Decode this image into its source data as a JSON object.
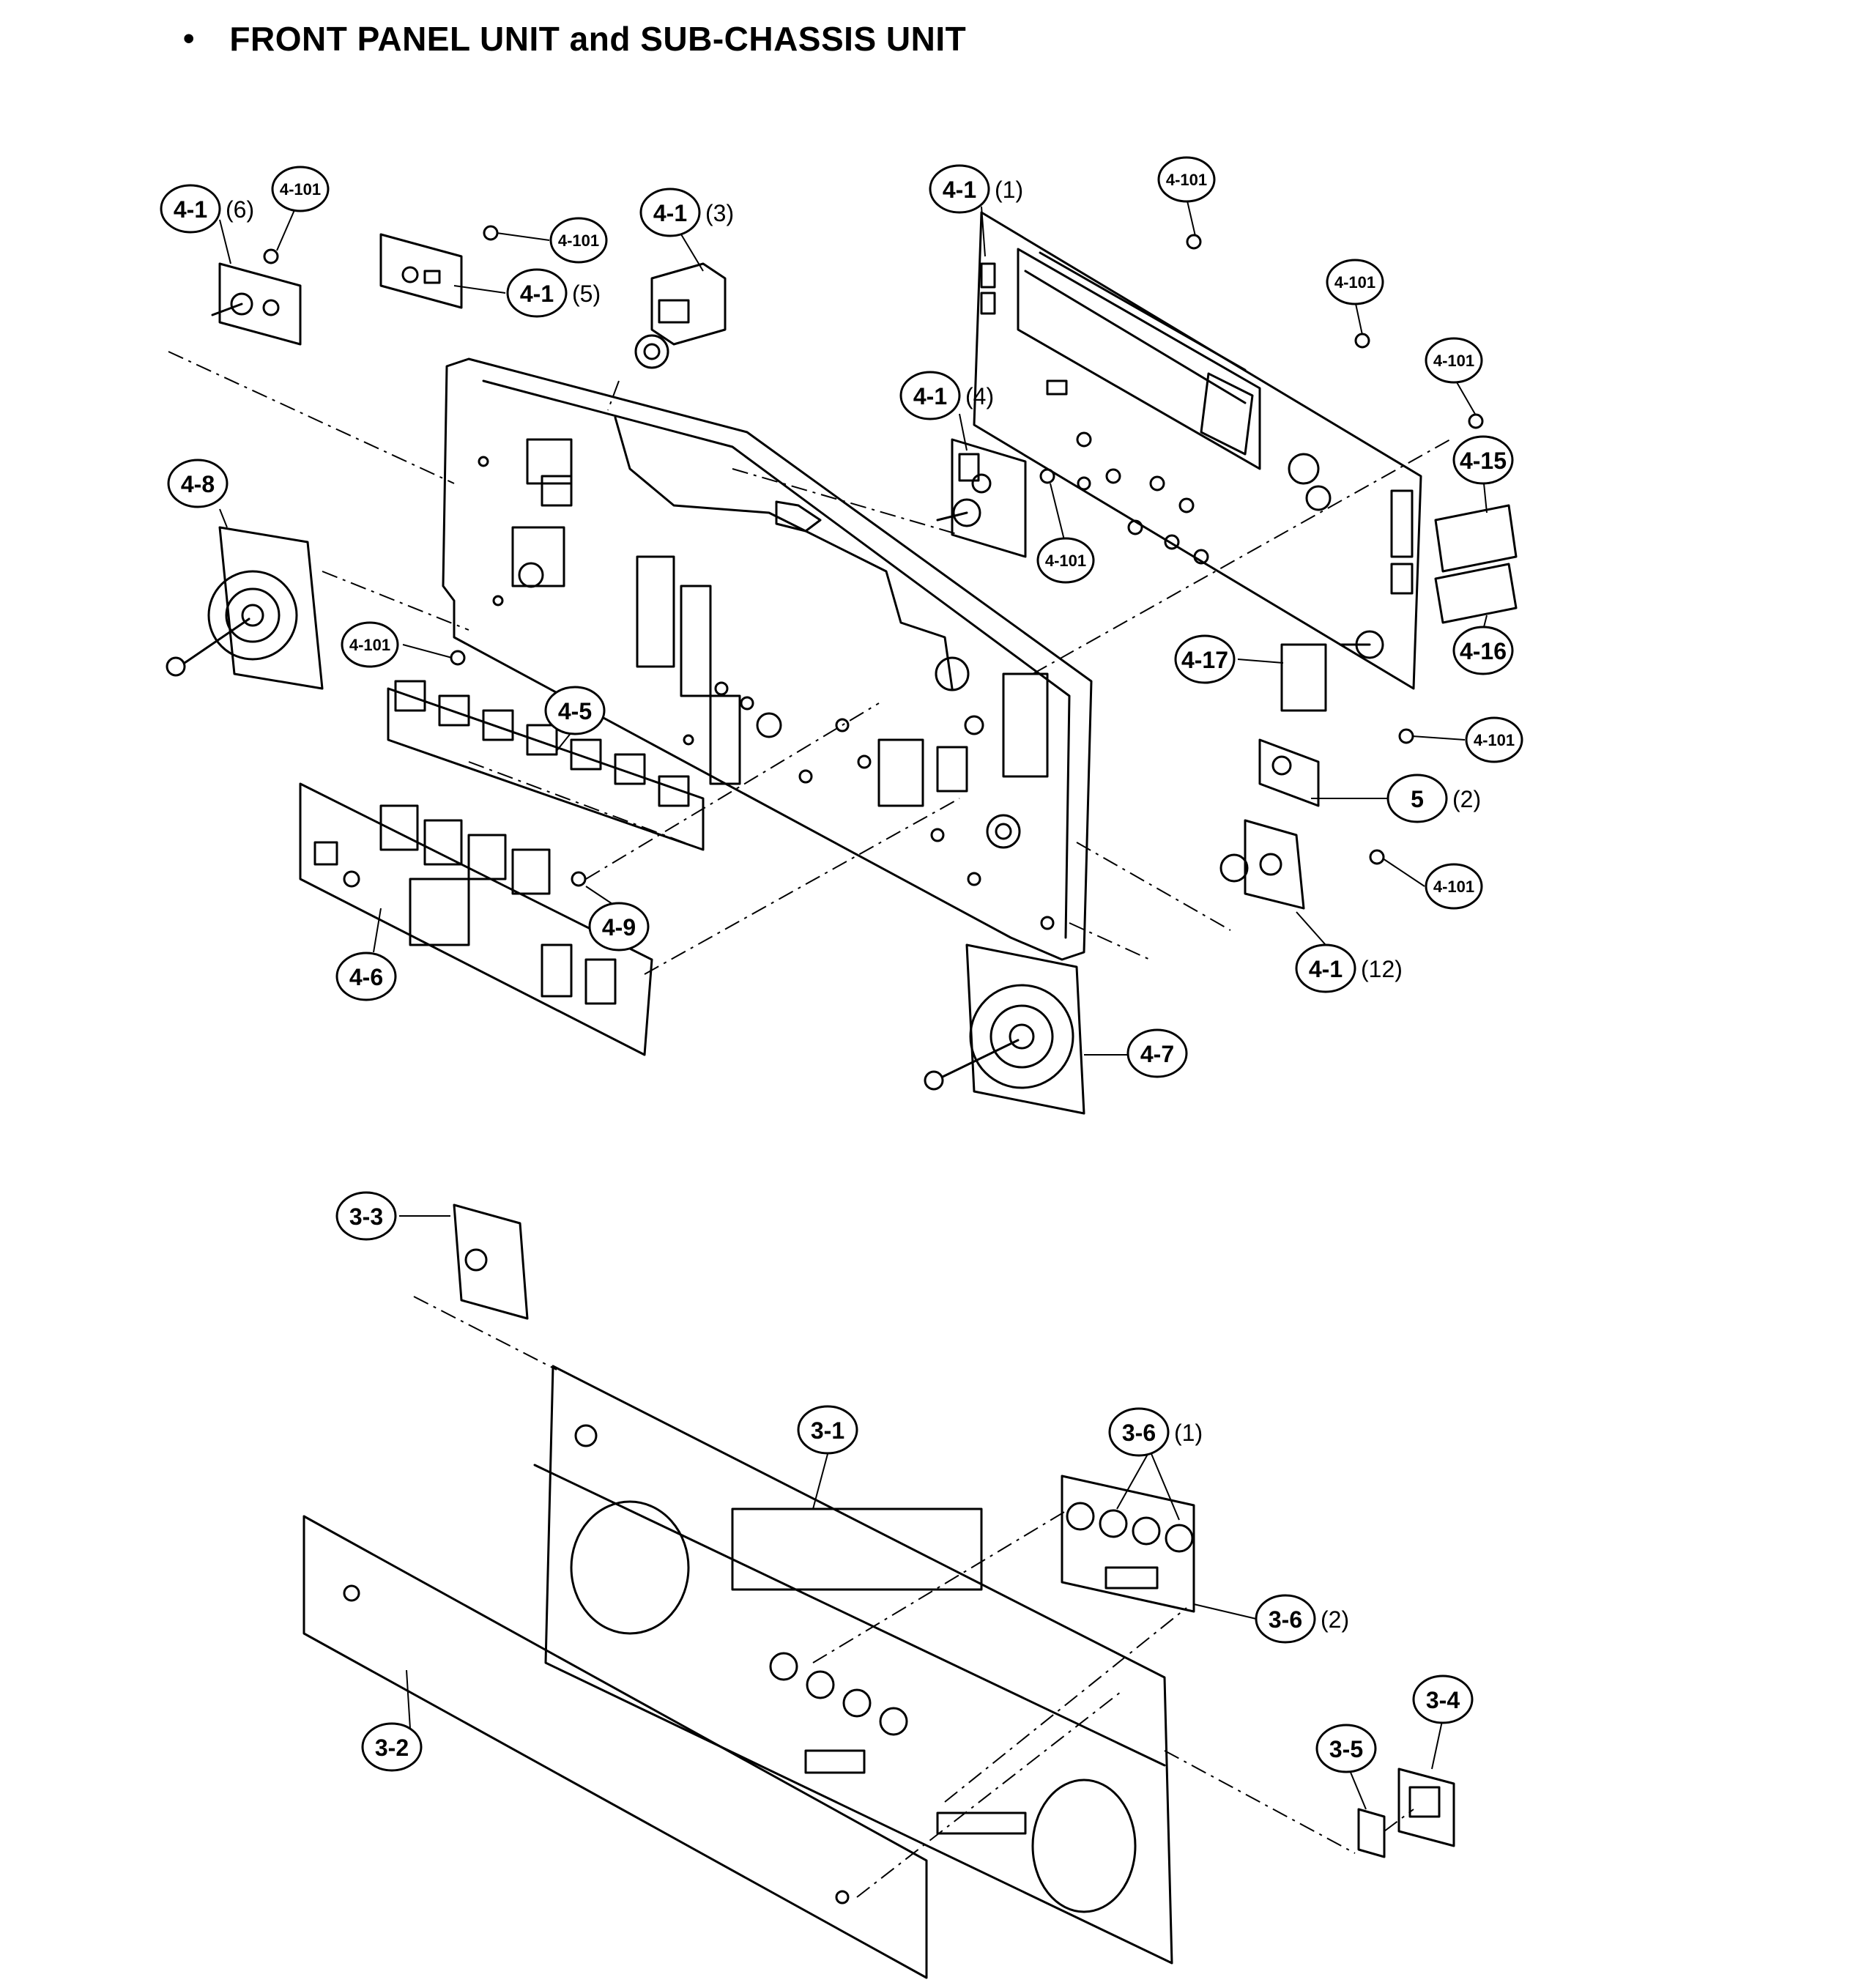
{
  "header": {
    "bullet": "•",
    "title": "FRONT PANEL UNIT and SUB-CHASSIS UNIT"
  },
  "callouts": [
    {
      "id": "c-41-6",
      "ref": "4-1",
      "suffix": "(6)"
    },
    {
      "id": "c-4101-a",
      "ref": "4-101",
      "suffix": ""
    },
    {
      "id": "c-4101-b",
      "ref": "4-101",
      "suffix": ""
    },
    {
      "id": "c-41-5",
      "ref": "4-1",
      "suffix": "(5)"
    },
    {
      "id": "c-41-3",
      "ref": "4-1",
      "suffix": "(3)"
    },
    {
      "id": "c-41-1",
      "ref": "4-1",
      "suffix": "(1)"
    },
    {
      "id": "c-4101-c",
      "ref": "4-101",
      "suffix": ""
    },
    {
      "id": "c-4101-d",
      "ref": "4-101",
      "suffix": ""
    },
    {
      "id": "c-4101-e",
      "ref": "4-101",
      "suffix": ""
    },
    {
      "id": "c-415",
      "ref": "4-15",
      "suffix": ""
    },
    {
      "id": "c-41-4",
      "ref": "4-1",
      "suffix": "(4)"
    },
    {
      "id": "c-4101-f",
      "ref": "4-101",
      "suffix": ""
    },
    {
      "id": "c-48",
      "ref": "4-8",
      "suffix": ""
    },
    {
      "id": "c-4101-g",
      "ref": "4-101",
      "suffix": ""
    },
    {
      "id": "c-416",
      "ref": "4-16",
      "suffix": ""
    },
    {
      "id": "c-417",
      "ref": "4-17",
      "suffix": ""
    },
    {
      "id": "c-45",
      "ref": "4-5",
      "suffix": ""
    },
    {
      "id": "c-4101-h",
      "ref": "4-101",
      "suffix": ""
    },
    {
      "id": "c-5-2",
      "ref": "5",
      "suffix": "(2)"
    },
    {
      "id": "c-4101-i",
      "ref": "4-101",
      "suffix": ""
    },
    {
      "id": "c-49",
      "ref": "4-9",
      "suffix": ""
    },
    {
      "id": "c-46",
      "ref": "4-6",
      "suffix": ""
    },
    {
      "id": "c-41-12",
      "ref": "4-1",
      "suffix": "(12)"
    },
    {
      "id": "c-47",
      "ref": "4-7",
      "suffix": ""
    },
    {
      "id": "c-33",
      "ref": "3-3",
      "suffix": ""
    },
    {
      "id": "c-31",
      "ref": "3-1",
      "suffix": ""
    },
    {
      "id": "c-36-1",
      "ref": "3-6",
      "suffix": "(1)"
    },
    {
      "id": "c-36-2",
      "ref": "3-6",
      "suffix": "(2)"
    },
    {
      "id": "c-32",
      "ref": "3-2",
      "suffix": ""
    },
    {
      "id": "c-34",
      "ref": "3-4",
      "suffix": ""
    },
    {
      "id": "c-35",
      "ref": "3-5",
      "suffix": ""
    }
  ]
}
